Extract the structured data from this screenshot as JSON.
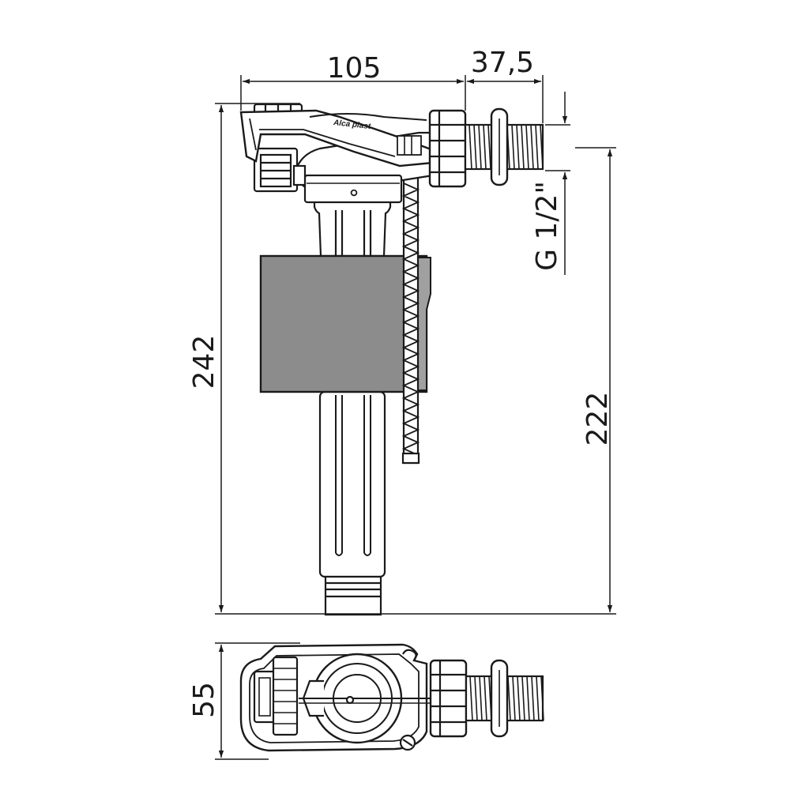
{
  "brand_logo": "Alca plast",
  "dimensions": {
    "width_body": "105",
    "width_thread": "37,5",
    "height_total": "242",
    "height_inlet": "222",
    "thread_size": "G 1/2\"",
    "depth": "55"
  },
  "colors": {
    "line": "#1a1a1a",
    "float_fill": "#8c8c8c",
    "background": "#ffffff"
  }
}
